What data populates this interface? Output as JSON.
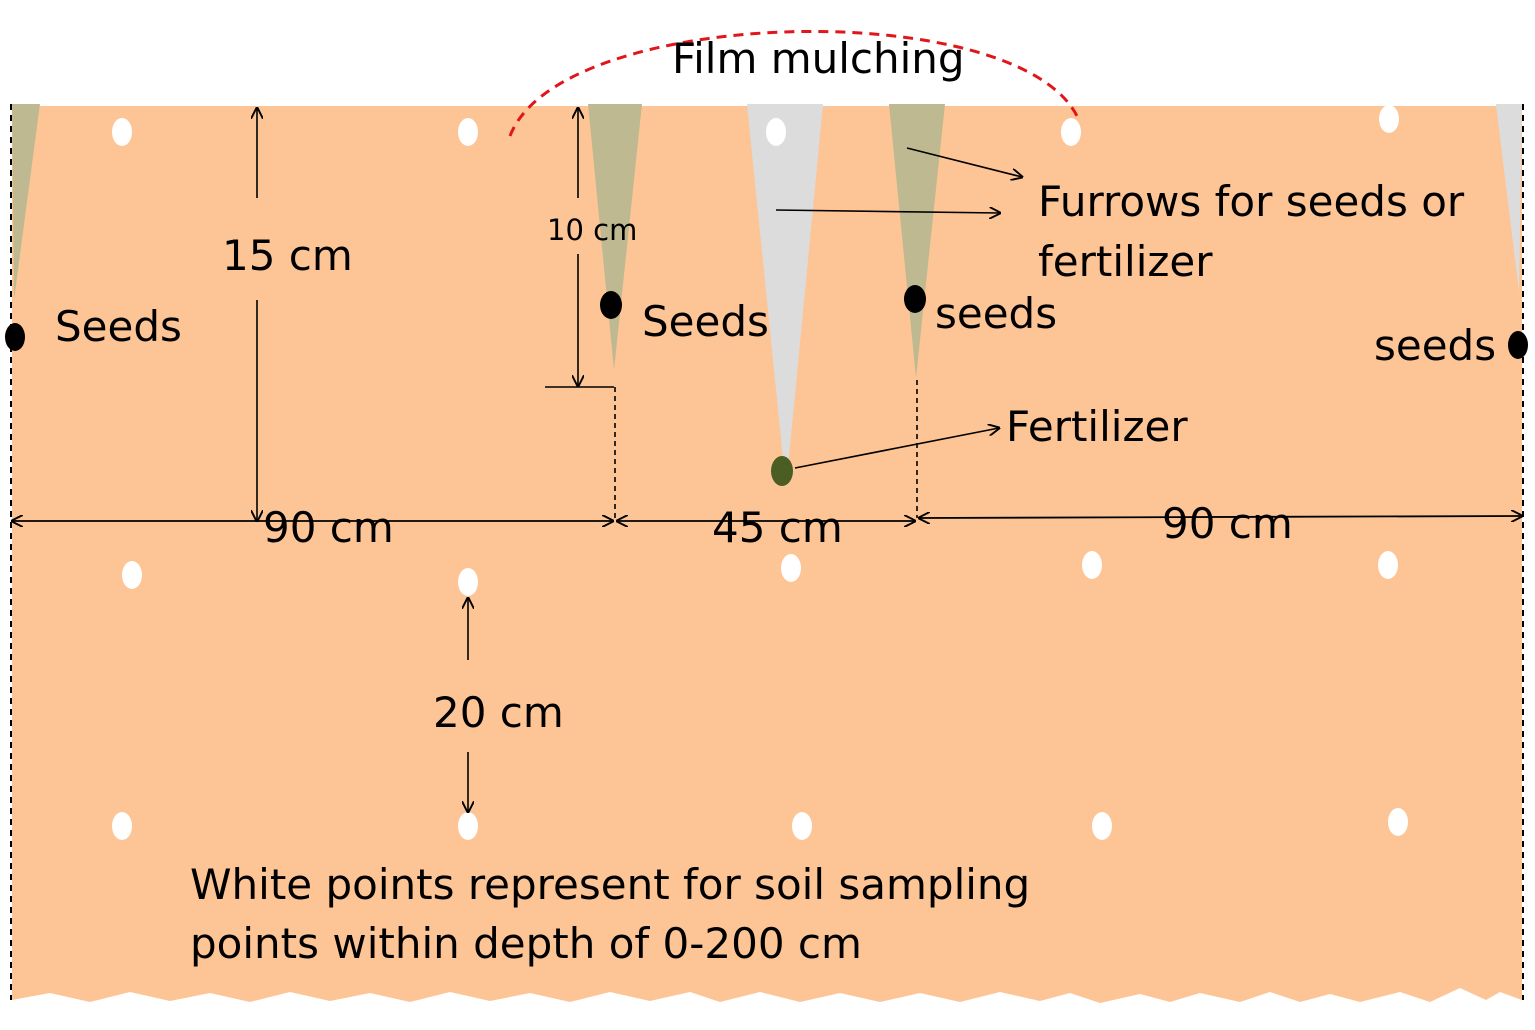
{
  "diagram": {
    "film_label": "Film mulching",
    "furrows_label_line1": "Furrows for seeds or",
    "furrows_label_line2": "fertilizer",
    "fertilizer_label": "Fertilizer",
    "seed_labels": [
      "Seeds",
      "Seeds",
      "seeds",
      "seeds"
    ],
    "depth_seed": "15 cm",
    "depth_furrow": "10 cm",
    "spacing_left": "90 cm",
    "spacing_middle": "45 cm",
    "spacing_right": "90 cm",
    "sample_spacing": "20 cm",
    "note_line1": "White points represent for soil sampling",
    "note_line2": "points within depth of 0-200 cm"
  },
  "colors": {
    "soil": "#fdc596",
    "furrow_seed": "#bfb991",
    "furrow_fertilizer": "#dcdcdc",
    "fertilizer_dot": "#4a5e23",
    "seed_dot": "#000000",
    "sample_point": "#ffffff",
    "film_line": "#e0161b"
  }
}
